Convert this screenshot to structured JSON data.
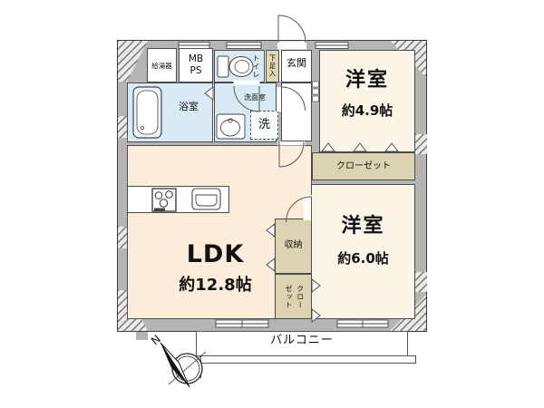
{
  "floorplan": {
    "compass": {
      "north": "N"
    },
    "balcony": {
      "label": "バルコニー"
    },
    "rooms": {
      "ldk": {
        "label": "LDK",
        "size": "約12.8帖"
      },
      "bedroom1": {
        "label": "洋室",
        "size": "約4.9帖"
      },
      "bedroom2": {
        "label": "洋室",
        "size": "約6.0帖"
      },
      "entrance": {
        "label": "玄関"
      },
      "bathroom": {
        "label": "浴室"
      },
      "washroom": {
        "label": "洗面室"
      },
      "toilet": {
        "label": "トイレ"
      },
      "water_heater": {
        "label": "給湯器"
      },
      "meter_box": {
        "label": "MB PS"
      },
      "shoe_cabinet": {
        "label": "下足入"
      },
      "storage": {
        "label": "収納"
      },
      "closet_bedroom1": {
        "label": "クローゼット"
      },
      "closet_ldk": {
        "label": "クロー\nゼット"
      },
      "washer": {
        "label": "洗"
      }
    },
    "icons": [
      "bathtub-icon",
      "toilet-icon",
      "washbasin-icon",
      "stove-icon",
      "kitchen-sink-icon",
      "compass-icon"
    ],
    "colors": {
      "wall": "#b5b5b5",
      "ldk_floor": "#fcecda",
      "bedroom_floor": "#faf5e6",
      "wet_area_floor": "#daeaf5",
      "closet_fill": "#dcd3b2",
      "shoe_cabinet_fill": "#e0d7b6",
      "line": "#4a4a4a"
    }
  }
}
